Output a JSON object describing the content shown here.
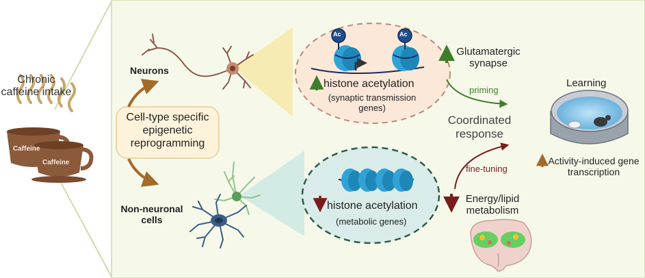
{
  "left": {
    "intake_title": "Chronic caffeine intake",
    "cup_label_1": "Caffeine",
    "cup_label_2": "Caffeine"
  },
  "center": {
    "reprogramming": "Cell-type specific epigenetic reprogramming",
    "neurons": "Neurons",
    "non_neuronal": "Non-neuronal cells"
  },
  "top_oval": {
    "ac_label": "Ac",
    "acetylation": "histone acetylation",
    "genes": "(synaptic transmission genes)",
    "direction": "up",
    "arrow_color": "#3f7d2a"
  },
  "bottom_oval": {
    "acetylation": "histone acetylation",
    "genes": "(metabolic genes)",
    "direction": "down",
    "arrow_color": "#7a1c1c"
  },
  "right": {
    "glutamatergic": "Glutamatergic synapse",
    "priming": "priming",
    "coordinated": "Coordinated response",
    "fine_tuning": "fine-tuning",
    "energy": "Energy/lipid metabolism",
    "learning": "Learning",
    "activity": "Activity-induced gene transcription"
  },
  "colors": {
    "panel_bg": "#f6f8ea",
    "panel_border": "#cfdca8",
    "up_green": "#3f7d2a",
    "down_red": "#7a1c1c",
    "cup_brown": "#8b5a3a",
    "steam": "#c9a56a",
    "histone": "#2fa3d6",
    "arrow_brown": "#a36a2a"
  }
}
